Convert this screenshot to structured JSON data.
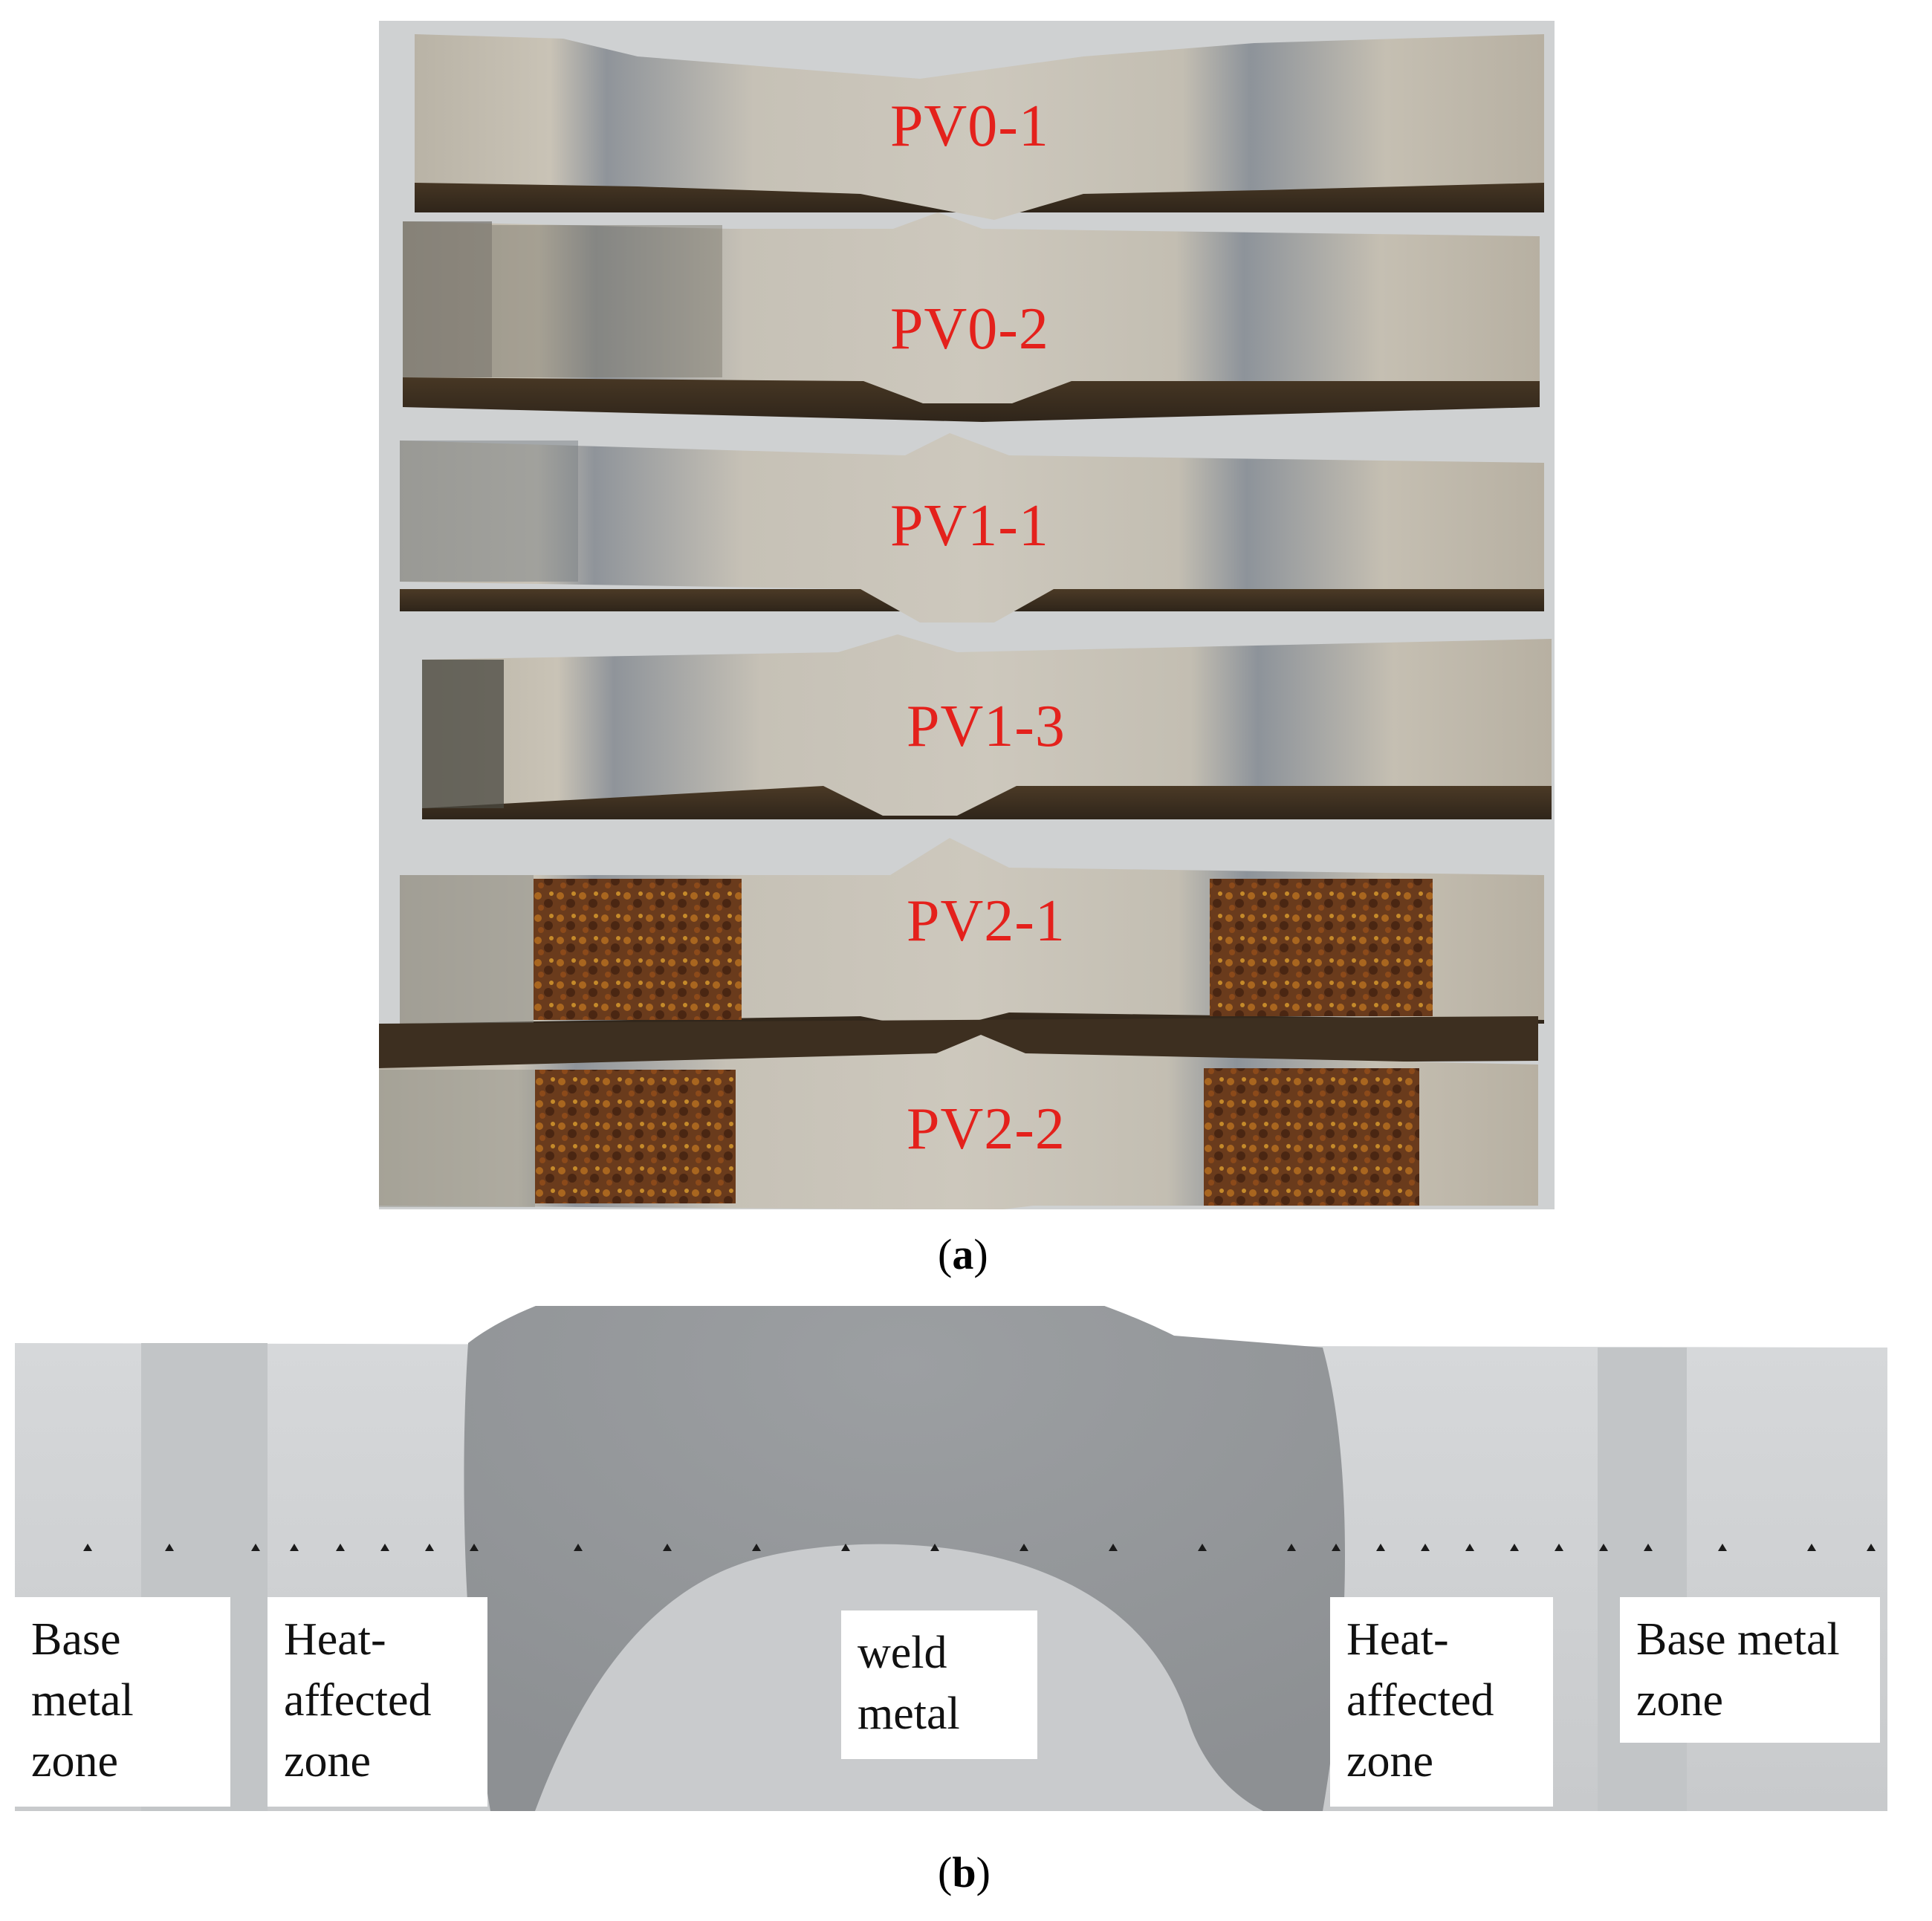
{
  "panel_a": {
    "specimens": [
      {
        "label": "PV0-1",
        "corroded": false
      },
      {
        "label": "PV0-2",
        "corroded": false
      },
      {
        "label": "PV1-1",
        "corroded": false
      },
      {
        "label": "PV1-3",
        "corroded": false
      },
      {
        "label": "PV2-1",
        "corroded": true
      },
      {
        "label": "PV2-2",
        "corroded": true
      }
    ],
    "label_color": "#e4211c",
    "caption": {
      "open": "(",
      "letter": "a",
      "close": ")"
    }
  },
  "panel_b": {
    "zones": {
      "base_left": [
        "Base",
        "metal",
        "zone"
      ],
      "haz_left": [
        "Heat-",
        "affected",
        "zone"
      ],
      "weld": [
        "weld",
        "metal"
      ],
      "haz_right": [
        "Heat-",
        "affected",
        "zone"
      ],
      "base_right": [
        "Base metal",
        "zone"
      ]
    },
    "caption": {
      "open": "(",
      "letter": "b",
      "close": ")"
    }
  }
}
